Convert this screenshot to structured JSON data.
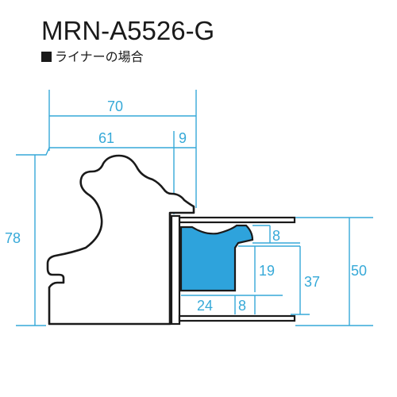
{
  "title": "MRN-A5526-G",
  "subtitle": "■ライナーの場合",
  "dimensions": {
    "overall_width": "70",
    "frame_width": "61",
    "liner_offset": "9",
    "frame_height": "78",
    "liner_lip": "8",
    "insert_height": "19",
    "inner_height": "37",
    "liner_height": "50",
    "bottom_width": "24",
    "bottom_lip": "8"
  },
  "colors": {
    "dimension_line": "#36a9d8",
    "insert_fill": "#2ea3dc",
    "outline": "#1a1a1a"
  }
}
